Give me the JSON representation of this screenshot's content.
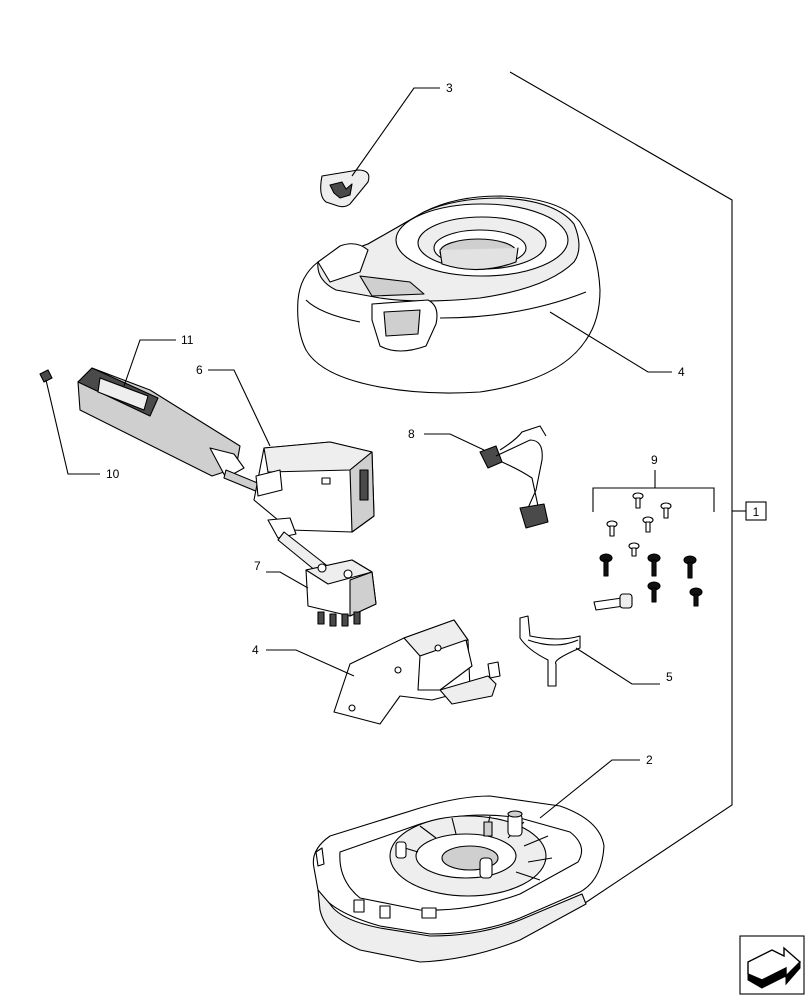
{
  "callouts": {
    "c1": "1",
    "c2": "2",
    "c3": "3",
    "c4a": "4",
    "c4b": "4",
    "c5": "5",
    "c6": "6",
    "c7": "7",
    "c8": "8",
    "c9": "9",
    "c10": "10",
    "c11": "11"
  },
  "nav": {
    "icon": "next-page-arrow-icon"
  }
}
